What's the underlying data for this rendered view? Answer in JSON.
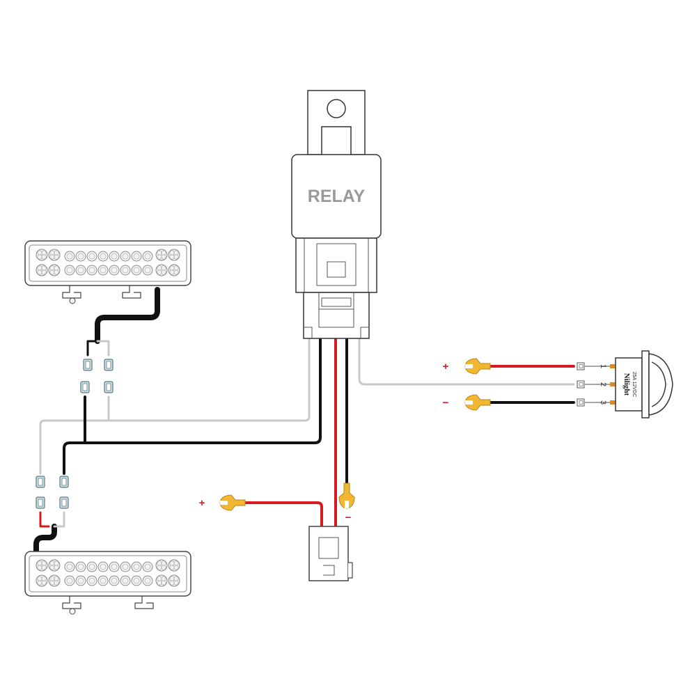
{
  "relay": {
    "label": "RELAY"
  },
  "switch": {
    "brand": "Nilight",
    "rating": "25A 12VDC",
    "pins": [
      "1",
      "2",
      "3"
    ]
  },
  "signs": {
    "plus": "+",
    "minus": "−"
  },
  "colors": {
    "positive_wire": "#d71920",
    "negative_wire": "#111111",
    "signal_wire": "#c8c8c8",
    "terminal_ring": "#f2b632",
    "connector_tint": "#bfe7ee",
    "outline": "#555555"
  },
  "components": [
    "relay",
    "led-light-bar-top",
    "led-light-bar-bottom",
    "inline-fuse-holder",
    "rocker-switch",
    "battery-ring-terminals"
  ]
}
